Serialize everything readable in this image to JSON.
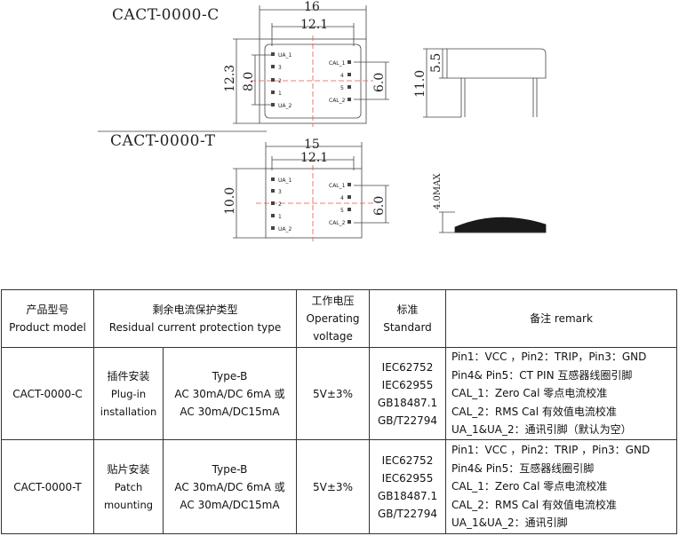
{
  "drawing": {
    "c_model": "CACT-0000-C",
    "t_model": "CACT-0000-T",
    "dim_width_c": "16",
    "dim_width_t": "15",
    "dim_pin_span": "12.1",
    "dim_height_c": "12.3",
    "dim_pin_row_c": "8.0",
    "dim_right_c": "6.0",
    "dim_height_t": "10.0",
    "dim_right_t": "6.0",
    "dim_side_total": "11.0",
    "dim_side_body": "5.5",
    "dim_patch_thickness": "4.0MAX",
    "pins_left": [
      "UA_1",
      "3",
      "2",
      "1",
      "UA_2"
    ],
    "pins_right": [
      "CAL_1",
      "4",
      "5",
      "CAL_2"
    ]
  },
  "table": {
    "header": {
      "model_cn": "产品型号",
      "model_en": "Product model",
      "type_cn": "剩余电流保护类型",
      "type_en": "Residual current protection type",
      "voltage_cn": "工作电压",
      "voltage_en1": "Operating",
      "voltage_en2": "voltage",
      "standard_cn": "标准",
      "standard_en": "Standard",
      "remark": "备注 remark"
    },
    "rows": [
      {
        "model": "CACT-0000-C",
        "install_cn": "插件安装",
        "install_en1": "Plug-in",
        "install_en2": "installation",
        "type1": "Type-B",
        "type2": "AC 30mA/DC 6mA 或",
        "type3": "AC 30mA/DC15mA",
        "voltage": "5V±3%",
        "standards": [
          "IEC62752",
          "IEC62955",
          "GB18487.1",
          "GB/T22794"
        ],
        "remarks": [
          "Pin1：VCC ，Pin2：TRIP，Pin3：GND",
          "Pin4& Pin5：CT PIN 互感器线圈引脚",
          "CAL_1：Zero Cal 零点电流校准",
          "CAL_2：RMS Cal 有效值电流校准",
          "UA_1&UA_2：通讯引脚（默认为空）"
        ]
      },
      {
        "model": "CACT-0000-T",
        "install_cn": "贴片安装",
        "install_en1": "Patch",
        "install_en2": "mounting",
        "type1": "Type-B",
        "type2": "AC 30mA/DC 6mA 或",
        "type3": "AC 30mA/DC15mA",
        "voltage": "5V±3%",
        "standards": [
          "IEC62752",
          "IEC62955",
          "GB18487.1",
          "GB/T22794"
        ],
        "remarks": [
          "Pin1：VCC ，Pin2：TRIP ，Pin3：GND",
          "Pin4& Pin5：互感器线圈引脚",
          "CAL_1：Zero Cal 零点电流校准",
          "CAL_2：RMS Cal 有效值电流校准",
          "UA_1&UA_2：通讯引脚"
        ]
      }
    ]
  }
}
